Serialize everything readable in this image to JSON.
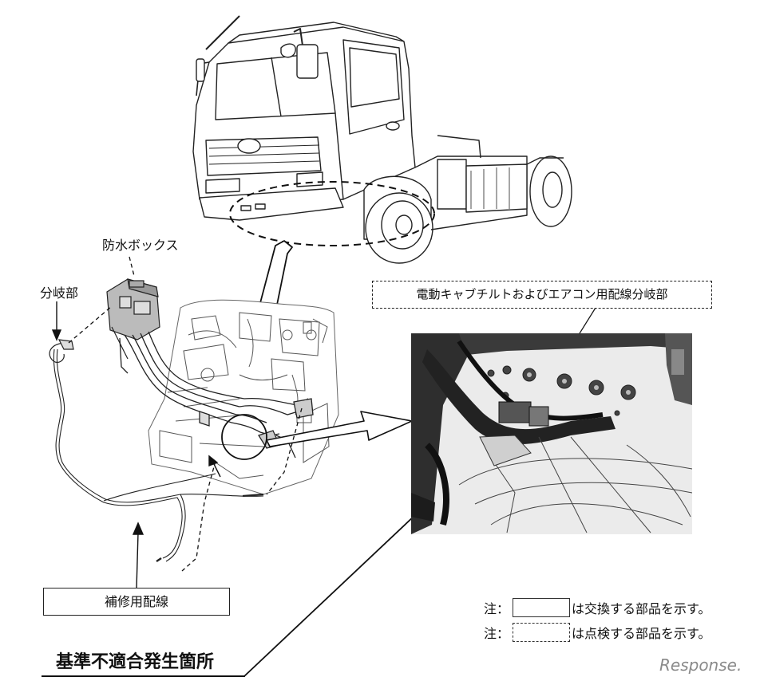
{
  "labels": {
    "waterproof_box": "防水ボックス",
    "branch": "分岐部",
    "cab_tilt_branch": "電動キャブチルトおよびエアコン用配線分岐部",
    "repair_wiring": "補修用配線",
    "nonconformity_location": "基準不適合発生箇所"
  },
  "notes": {
    "prefix": "注：",
    "replace_text": "は交換する部品を示す。",
    "inspect_text": "は点検する部品を示す。"
  },
  "watermark": "Response."
}
